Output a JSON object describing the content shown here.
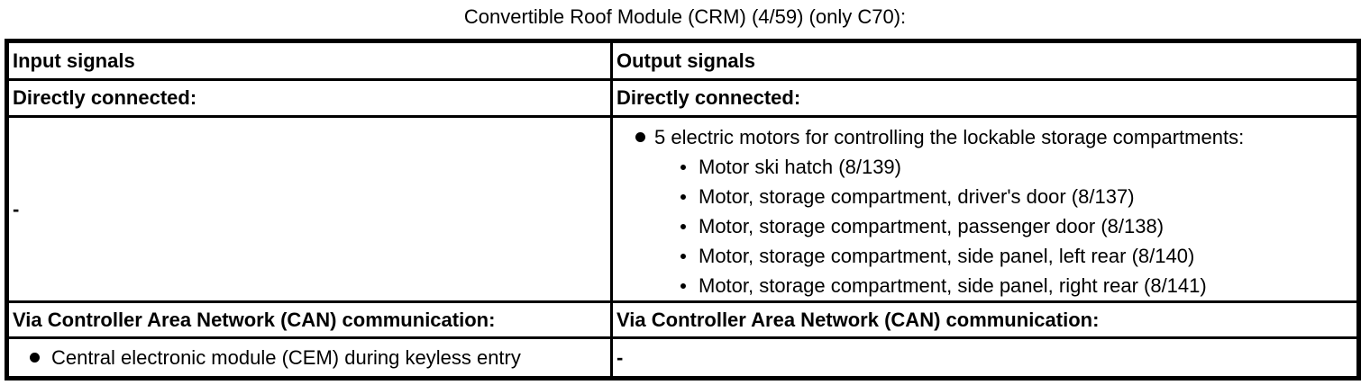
{
  "title": "Convertible Roof Module (CRM) (4/59) (only C70):",
  "table": {
    "header_row": {
      "input": "Input signals",
      "output": "Output signals"
    },
    "direct_row": {
      "input": "Directly connected:",
      "output": "Directly connected:"
    },
    "direct_content": {
      "input": "-",
      "output": {
        "lead_item": "5 electric motors for controlling the lockable storage compartments:",
        "sub_items": [
          "Motor ski hatch (8/139)",
          "Motor, storage compartment, driver's door (8/137)",
          "Motor, storage compartment, passenger door (8/138)",
          "Motor, storage compartment, side panel, left rear (8/140)",
          "Motor, storage compartment, side panel, right rear (8/141)"
        ]
      }
    },
    "can_row": {
      "input": "Via Controller Area Network (CAN) communication:",
      "output": "Via Controller Area Network (CAN) communication:"
    },
    "can_content": {
      "input_item": "Central electronic module (CEM) during keyless entry",
      "output": "-"
    }
  },
  "colors": {
    "text": "#000000",
    "background": "#ffffff",
    "border": "#000000"
  }
}
